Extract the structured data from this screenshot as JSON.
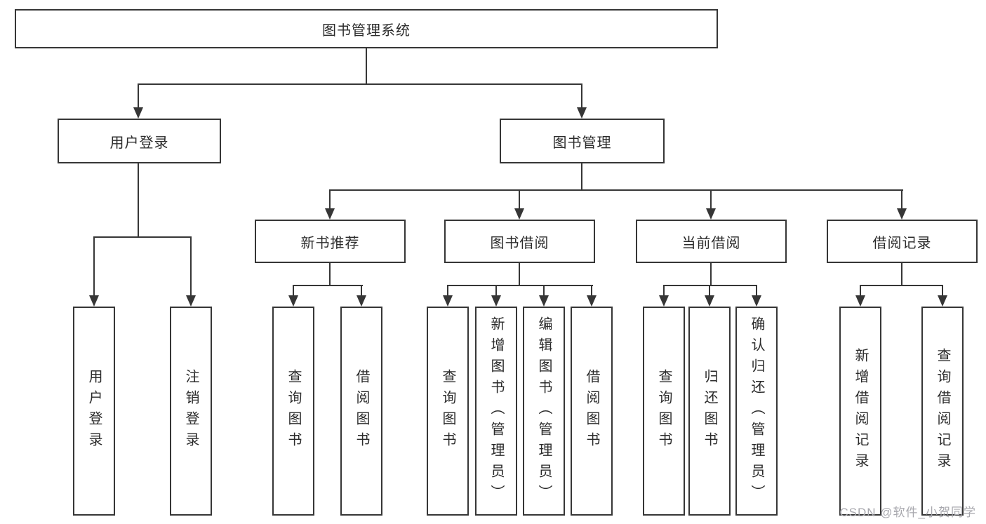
{
  "nodes": {
    "root": "图书管理系统",
    "level2": [
      "用户登录",
      "图书管理"
    ],
    "level3": [
      "新书推荐",
      "图书借阅",
      "当前借阅",
      "借阅记录"
    ],
    "leaves": {
      "user_login": [
        "用户登录",
        "注销登录"
      ],
      "new_book": [
        "查询图书",
        "借阅图书"
      ],
      "book_borrow": [
        "查询图书",
        "新增图书（管理员）",
        "编辑图书（管理员）",
        "借阅图书"
      ],
      "current_borrow": [
        "查询图书",
        "归还图书",
        "确认归还（管理员）"
      ],
      "borrow_records": [
        "新增借阅记录",
        "查询借阅记录"
      ]
    }
  },
  "watermark": "CSDN @软件_小贺同学",
  "colors": {
    "line": "#363636",
    "text": "#2b2b2b",
    "watermark": "#a8a8ae",
    "background": "#ffffff"
  }
}
